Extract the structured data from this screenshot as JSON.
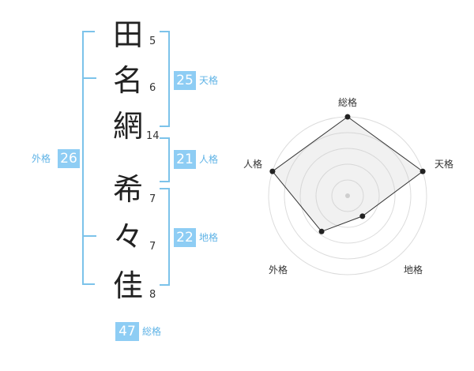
{
  "name": {
    "characters": [
      {
        "char": "田",
        "strokes": "5"
      },
      {
        "char": "名",
        "strokes": "6"
      },
      {
        "char": "網",
        "strokes": "14"
      },
      {
        "char": "希",
        "strokes": "7"
      },
      {
        "char": "々",
        "strokes": "7"
      },
      {
        "char": "佳",
        "strokes": "8"
      }
    ]
  },
  "fortunes": {
    "tenkaku": {
      "value": "25",
      "label": "天格"
    },
    "jinkaku": {
      "value": "21",
      "label": "人格"
    },
    "chikaku": {
      "value": "22",
      "label": "地格"
    },
    "gaikaku": {
      "value": "26",
      "label": "外格"
    },
    "soukaku": {
      "value": "47",
      "label": "総格"
    }
  },
  "colors": {
    "accent": "#8ecdf4",
    "bracket": "#7cc3ea",
    "label": "#5fb3e6"
  },
  "chart_data": {
    "type": "radar",
    "axes": [
      "総格",
      "天格",
      "地格",
      "外格",
      "人格"
    ],
    "values": [
      5,
      5,
      1.6,
      2.8,
      5
    ],
    "rmax": 5,
    "rings": 5
  }
}
